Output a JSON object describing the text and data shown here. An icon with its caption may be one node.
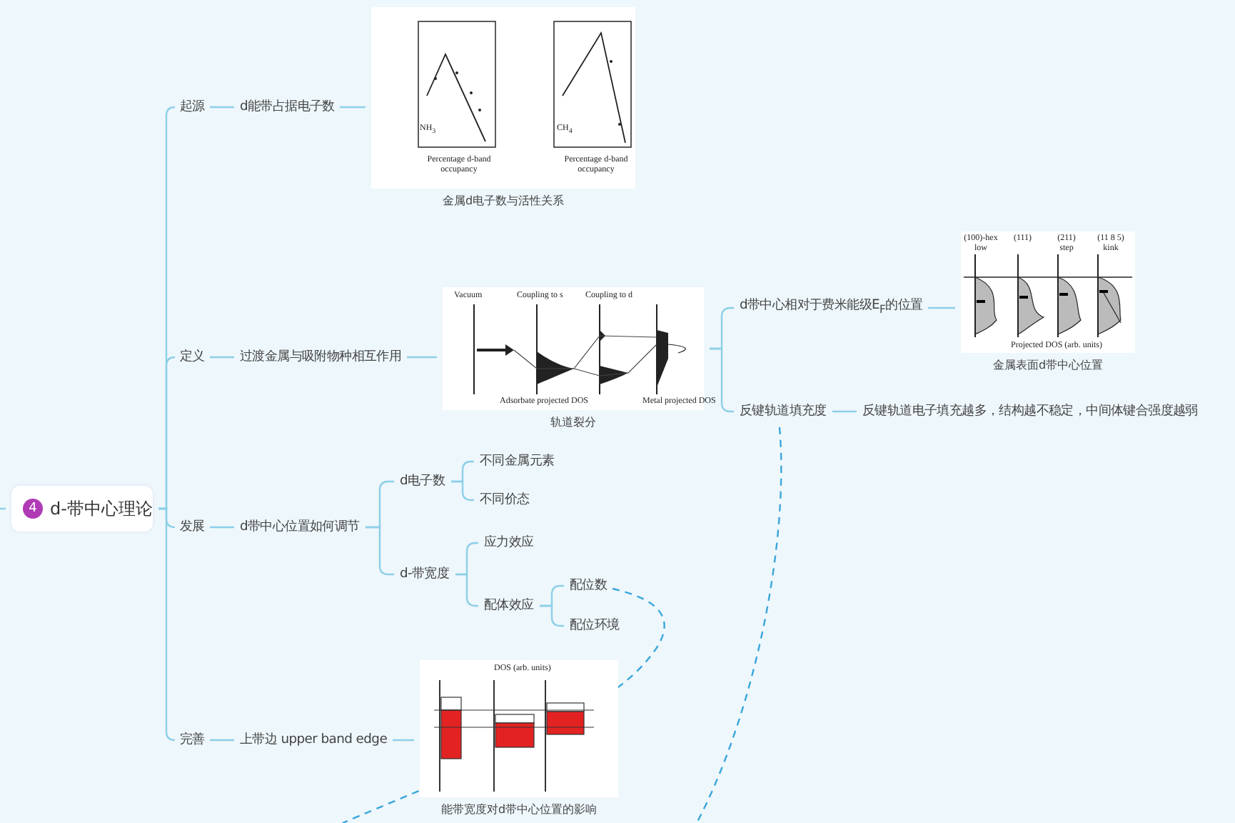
{
  "diagram": {
    "nodes": [
      {
        "text": [
          "4",
          "d-带中心理论"
        ]
      },
      {
        "text": [
          "起源"
        ]
      },
      {
        "text": [
          "d能带占据电子数"
        ]
      },
      {
        "text": [
          "NH$_{3}$",
          "Percentage d-band occupancy",
          "CH$_{4}$",
          "Percentage d-band occupancy"
        ],
        "beside": [
          "金属d电子数与活性关系"
        ]
      },
      {
        "text": [
          "定义"
        ]
      },
      {
        "text": [
          "过渡金属与吸附物种相互作用"
        ]
      },
      {
        "text": [
          "Vacuum",
          "Coupling to s",
          "Coupling to d",
          "Adsorbate projected DOS",
          "Metal projected DOS"
        ],
        "beside": [
          "轨道裂分"
        ]
      },
      {
        "text": [
          "d带中心相对于费米能级E$_{F}$的位置"
        ]
      },
      {
        "text": [
          "(100)-hex low",
          "(111)",
          "(211) step",
          "(11 8 5) kink",
          "Projected DOS (arb. units)"
        ],
        "beside": [
          "金属表面d带中心位置"
        ]
      },
      {
        "text": [
          "反键轨道填充度"
        ]
      },
      {
        "text": [
          "反键轨道电子填充越多，结构越不稳定，中间体键合强度越弱"
        ]
      },
      {
        "text": [
          "发展"
        ]
      },
      {
        "text": [
          "d带中心位置如何调节"
        ]
      },
      {
        "text": [
          "d电子数"
        ]
      },
      {
        "text": [
          "不同金属元素"
        ]
      },
      {
        "text": [
          "不同价态"
        ]
      },
      {
        "text": [
          "d-带宽度"
        ]
      },
      {
        "text": [
          "应力效应"
        ]
      },
      {
        "text": [
          "配体效应"
        ]
      },
      {
        "text": [
          "配位数"
        ]
      },
      {
        "text": [
          "配位环境"
        ]
      },
      {
        "text": [
          "完善"
        ]
      },
      {
        "text": [
          "上带边 upper band edge"
        ]
      },
      {
        "text": [
          "DOS (arb. units)"
        ],
        "beside": [
          "能带宽度对d带中心位置的影响"
        ]
      }
    ],
    "edges": [
      {
        "from": null,
        "to": 0,
        "arrow": "none"
      },
      {
        "from": 0,
        "to": 1,
        "arrow": "none"
      },
      {
        "from": 0,
        "to": 4,
        "arrow": "none"
      },
      {
        "from": 0,
        "to": 11,
        "arrow": "none"
      },
      {
        "from": 0,
        "to": 21,
        "arrow": "none"
      },
      {
        "from": 1,
        "to": 2,
        "arrow": "none"
      },
      {
        "from": 2,
        "to": 3,
        "arrow": "none"
      },
      {
        "from": 4,
        "to": 5,
        "arrow": "none"
      },
      {
        "from": 5,
        "to": 6,
        "arrow": "none"
      },
      {
        "from": 6,
        "to": 7,
        "arrow": "none"
      },
      {
        "from": 6,
        "to": 9,
        "arrow": "none"
      },
      {
        "from": 7,
        "to": 8,
        "arrow": "none"
      },
      {
        "from": 9,
        "to": 10,
        "arrow": "none"
      },
      {
        "from": 9,
        "to": null,
        "arrow": "none",
        "style": "dashed"
      },
      {
        "from": 11,
        "to": 12,
        "arrow": "none"
      },
      {
        "from": 12,
        "to": 13,
        "arrow": "none"
      },
      {
        "from": 12,
        "to": 16,
        "arrow": "none"
      },
      {
        "from": 13,
        "to": 14,
        "arrow": "none"
      },
      {
        "from": 13,
        "to": 15,
        "arrow": "none"
      },
      {
        "from": 16,
        "to": 17,
        "arrow": "none"
      },
      {
        "from": 16,
        "to": 18,
        "arrow": "none"
      },
      {
        "from": 18,
        "to": 19,
        "arrow": "none"
      },
      {
        "from": 18,
        "to": 20,
        "arrow": "none"
      },
      {
        "from": 19,
        "to": null,
        "arrow": "none",
        "style": "dashed"
      },
      {
        "from": 21,
        "to": 22,
        "arrow": "none"
      },
      {
        "from": 22,
        "to": 23,
        "arrow": "none"
      }
    ]
  }
}
